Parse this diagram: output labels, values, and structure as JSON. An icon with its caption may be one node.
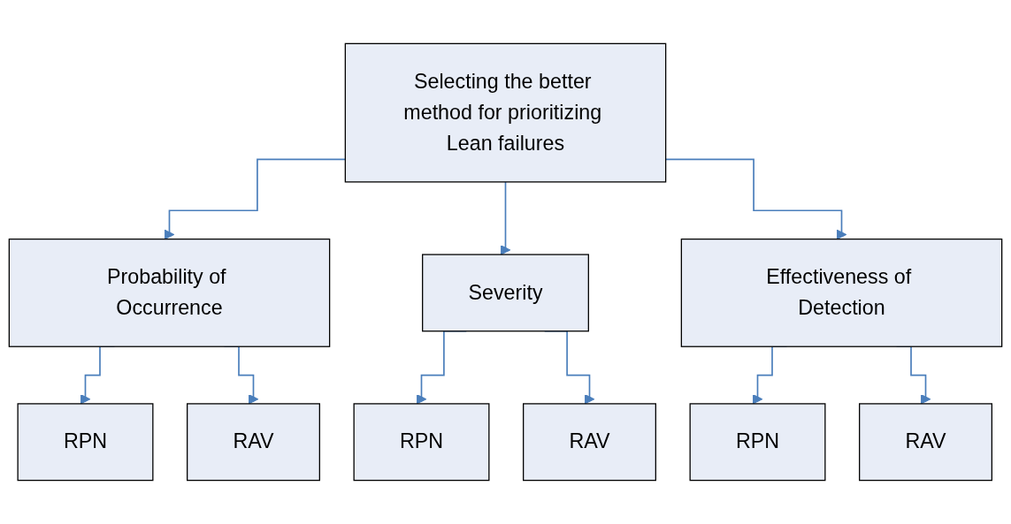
{
  "diagram": {
    "nodes": [
      {
        "text": [
          "Selecting the better method for prioritizing Lean failures"
        ]
      },
      {
        "text": [
          "Probability of Occurrence"
        ]
      },
      {
        "text": [
          "Severity"
        ]
      },
      {
        "text": [
          "Effectiveness of Detection"
        ]
      },
      {
        "text": [
          "RPN"
        ]
      },
      {
        "text": [
          "RAV"
        ]
      },
      {
        "text": [
          "RPN"
        ]
      },
      {
        "text": [
          "RAV"
        ]
      },
      {
        "text": [
          "RPN"
        ]
      },
      {
        "text": [
          "RAV"
        ]
      }
    ],
    "edges": [
      {
        "from": 0,
        "to": 1,
        "arrow": "to"
      },
      {
        "from": 0,
        "to": 2,
        "arrow": "to"
      },
      {
        "from": 0,
        "to": 3,
        "arrow": "to"
      },
      {
        "from": 1,
        "to": 4,
        "arrow": "to"
      },
      {
        "from": 1,
        "to": 5,
        "arrow": "to"
      },
      {
        "from": 2,
        "to": 6,
        "arrow": "to"
      },
      {
        "from": 2,
        "to": 7,
        "arrow": "to"
      },
      {
        "from": 3,
        "to": 8,
        "arrow": "to"
      },
      {
        "from": 3,
        "to": 9,
        "arrow": "to"
      }
    ]
  }
}
